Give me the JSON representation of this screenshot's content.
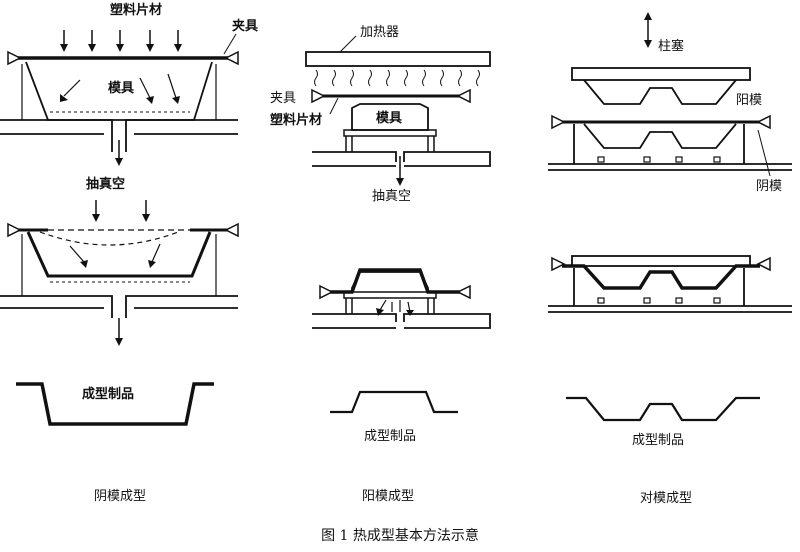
{
  "figure": {
    "caption": "图 1   热成型基本方法示意"
  },
  "panels": {
    "female": {
      "step1": {
        "sheet_label": "塑料片材",
        "clamp_label": "夹具",
        "mold_label": "模具",
        "vacuum_label": "抽真空"
      },
      "product_label": "成型制品",
      "method_title": "阴模成型"
    },
    "male": {
      "step1": {
        "heater_label": "加热器",
        "clamp_label": "夹具",
        "sheet_label": "塑料片材",
        "mold_label": "模具",
        "vacuum_label": "抽真空"
      },
      "product_label": "成型制品",
      "method_title": "阳模成型"
    },
    "matched": {
      "step1": {
        "plunger_label": "柱塞",
        "male_mold_label": "阳模",
        "female_mold_label": "阴模"
      },
      "product_label": "成型制品",
      "method_title": "对模成型"
    }
  }
}
